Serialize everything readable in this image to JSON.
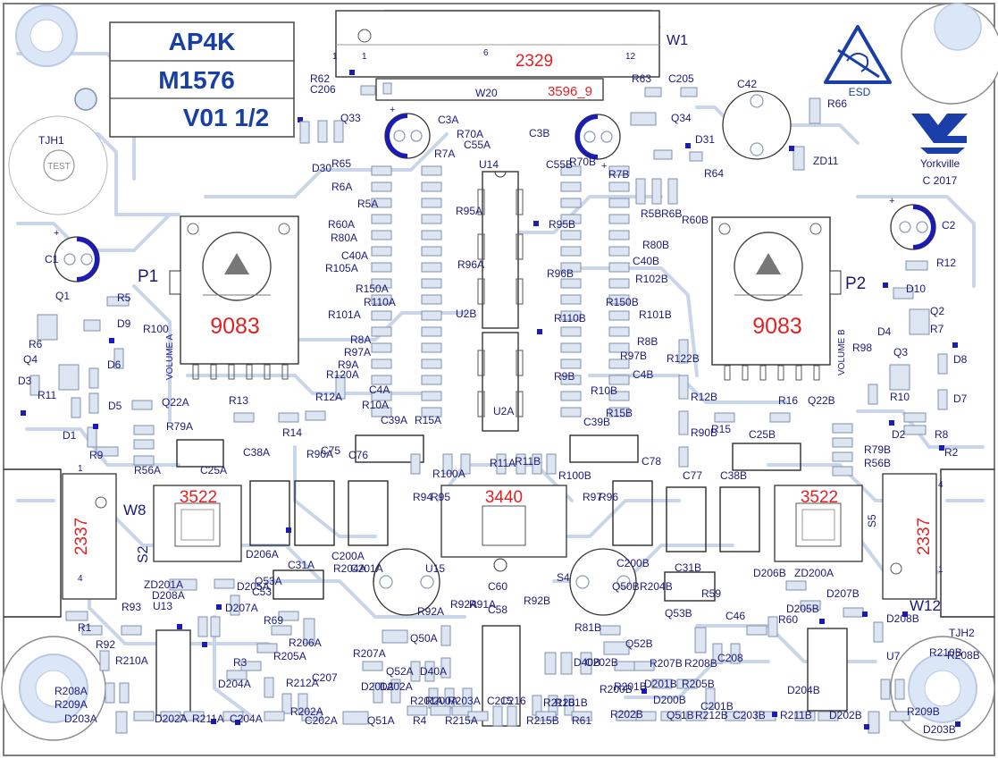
{
  "title_block": {
    "line1": "AP4K",
    "line2": "M1576",
    "line3": "V01  1/2"
  },
  "logos": {
    "esd": "ESD",
    "brand": "Yorkville",
    "copyright": "C 2017"
  },
  "connectors": {
    "w1": {
      "label": "W1",
      "part": "2329",
      "pin1": "1",
      "pin6": "6",
      "pin12": "12"
    },
    "w20": {
      "label": "W20",
      "part": "3596_9"
    },
    "w8": {
      "label": "W8",
      "part": "2337",
      "pin1": "1",
      "pin4": "4"
    },
    "w12": {
      "label": "W12",
      "part": "2337",
      "pin1": "1",
      "pin4": "4"
    }
  },
  "pots": {
    "p1": {
      "label": "P1",
      "part": "9083",
      "name": "VOLUME A"
    },
    "p2": {
      "label": "P2",
      "part": "9083",
      "name": "VOLUME B"
    }
  },
  "switches": {
    "s2": {
      "label": "S2",
      "part": "3522"
    },
    "s5": {
      "label": "S5",
      "part": "3522"
    },
    "s4": {
      "label": "S4",
      "part": "3440"
    }
  },
  "test_points": {
    "tjh1": "TJH1",
    "tjh2": "TJH2",
    "test": "TEST"
  },
  "colors": {
    "board_trace": "#c9d6ea",
    "silkscreen_text": "#1a1a7a",
    "part_number": "#e22222",
    "title": "#173fa6",
    "polarity": "#1b1bb5"
  },
  "designators": [
    [
      "R62",
      347,
      92
    ],
    [
      "C206",
      347,
      104
    ],
    [
      "Q33",
      381,
      136
    ],
    [
      "D30",
      349,
      192
    ],
    [
      "R65",
      371,
      187
    ],
    [
      "C3A",
      490,
      138
    ],
    [
      "W20",
      532,
      108
    ],
    [
      "R70A",
      511,
      154
    ],
    [
      "C55A",
      519,
      166
    ],
    [
      "R7A",
      486,
      176
    ],
    [
      "C3B",
      592,
      153
    ],
    [
      "C55B",
      611,
      188
    ],
    [
      "R70B",
      637,
      185
    ],
    [
      "R7B",
      681,
      199
    ],
    [
      "R63",
      707,
      92
    ],
    [
      "C205",
      748,
      92
    ],
    [
      "C42",
      825,
      98
    ],
    [
      "Q34",
      751,
      136
    ],
    [
      "D31",
      778,
      160
    ],
    [
      "R64",
      788,
      198
    ],
    [
      "R66",
      926,
      120
    ],
    [
      "ZD11",
      910,
      184
    ],
    [
      "U14",
      536,
      188
    ],
    [
      "R6A",
      371,
      213
    ],
    [
      "R5A",
      400,
      232
    ],
    [
      "R60A",
      367,
      255
    ],
    [
      "R80A",
      370,
      270
    ],
    [
      "C40A",
      382,
      290
    ],
    [
      "R105A",
      364,
      304
    ],
    [
      "R150A",
      398,
      327
    ],
    [
      "R110A",
      407,
      342
    ],
    [
      "R101A",
      367,
      356
    ],
    [
      "R8A",
      392,
      384
    ],
    [
      "R97A",
      385,
      398
    ],
    [
      "R9A",
      378,
      412
    ],
    [
      "R120A",
      365,
      423
    ],
    [
      "C4A",
      413,
      440
    ],
    [
      "R10A",
      405,
      457
    ],
    [
      "R15A",
      464,
      474
    ],
    [
      "R95A",
      510,
      240
    ],
    [
      "R96A",
      512,
      300
    ],
    [
      "U2B",
      510,
      355
    ],
    [
      "R95B",
      614,
      255
    ],
    [
      "R96B",
      612,
      310
    ],
    [
      "U2A",
      552,
      464
    ],
    [
      "R5B",
      717,
      243
    ],
    [
      "R6B",
      740,
      243
    ],
    [
      "R60B",
      763,
      250
    ],
    [
      "R80B",
      719,
      278
    ],
    [
      "C40B",
      708,
      296
    ],
    [
      "R102B",
      711,
      316
    ],
    [
      "R150B",
      678,
      342
    ],
    [
      "R101B",
      715,
      356
    ],
    [
      "R110B",
      620,
      360
    ],
    [
      "R8B",
      713,
      386
    ],
    [
      "R97B",
      694,
      402
    ],
    [
      "R9B",
      620,
      425
    ],
    [
      "C4B",
      708,
      423
    ],
    [
      "R10B",
      661,
      441
    ],
    [
      "R15B",
      678,
      466
    ],
    [
      "R122B",
      746,
      405
    ],
    [
      "R12B",
      773,
      448
    ],
    [
      "R90B",
      773,
      488
    ],
    [
      "R100B",
      625,
      536
    ],
    [
      "R11A",
      548,
      522
    ],
    [
      "R11B",
      576,
      520
    ],
    [
      "C39A",
      426,
      474
    ],
    [
      "C39B",
      653,
      476
    ],
    [
      "C76",
      390,
      513
    ],
    [
      "C75",
      359,
      508
    ],
    [
      "C78",
      718,
      520
    ],
    [
      "C77",
      764,
      536
    ],
    [
      "R94",
      462,
      560
    ],
    [
      "R95",
      482,
      560
    ],
    [
      "R97",
      652,
      560
    ],
    [
      "R96",
      670,
      560
    ],
    [
      "C200A",
      371,
      626
    ],
    [
      "C200B",
      690,
      634
    ],
    [
      "C31A",
      322,
      636
    ],
    [
      "C31B",
      755,
      639
    ],
    [
      "C60",
      546,
      660
    ],
    [
      "C58",
      546,
      686
    ],
    [
      "U15",
      476,
      640
    ],
    [
      "R204A",
      373,
      640
    ],
    [
      "C201A",
      392,
      640
    ],
    [
      "R91A",
      525,
      680
    ],
    [
      "R92A",
      504,
      680
    ],
    [
      "R92B",
      586,
      676
    ],
    [
      "R81B",
      643,
      706
    ],
    [
      "Q50B",
      685,
      660
    ],
    [
      "R204B",
      716,
      660
    ],
    [
      "Q53B",
      744,
      690
    ],
    [
      "R59",
      785,
      668
    ],
    [
      "C46",
      812,
      693
    ],
    [
      "R60",
      871,
      697
    ],
    [
      "D206B",
      843,
      645
    ],
    [
      "ZD200A",
      889,
      645
    ],
    [
      "D207B",
      925,
      668
    ],
    [
      "D205B",
      880,
      685
    ],
    [
      "D208B",
      992,
      696
    ],
    [
      "R210B",
      1040,
      734
    ],
    [
      "R208B",
      1060,
      737
    ],
    [
      "U7",
      992,
      738
    ],
    [
      "R209B",
      1015,
      800
    ],
    [
      "D203B",
      1033,
      820
    ],
    [
      "Q52B",
      700,
      724
    ],
    [
      "R207B",
      727,
      746
    ],
    [
      "R208B",
      766,
      746
    ],
    [
      "D201B",
      721,
      769
    ],
    [
      "R205B",
      763,
      769
    ],
    [
      "C208",
      803,
      740
    ],
    [
      "D204B",
      881,
      776
    ],
    [
      "D200B",
      731,
      787
    ],
    [
      "C201B",
      784,
      794
    ],
    [
      "R202B",
      683,
      803
    ],
    [
      "Q51B",
      746,
      804
    ],
    [
      "R212B",
      778,
      804
    ],
    [
      "C203B",
      820,
      804
    ],
    [
      "R211B",
      873,
      804
    ],
    [
      "D202B",
      928,
      804
    ],
    [
      "R61",
      640,
      810
    ],
    [
      "R215B",
      589,
      810
    ],
    [
      "R215A",
      498,
      810
    ],
    [
      "R4",
      462,
      810
    ],
    [
      "Q51A",
      411,
      810
    ],
    [
      "C202A",
      341,
      810
    ],
    [
      "R202A",
      325,
      800
    ],
    [
      "C207",
      349,
      762
    ],
    [
      "R212A",
      320,
      768
    ],
    [
      "R205A",
      306,
      738
    ],
    [
      "R206A",
      323,
      723
    ],
    [
      "R207A",
      395,
      735
    ],
    [
      "Q52A",
      432,
      755
    ],
    [
      "Q50A",
      459,
      718
    ],
    [
      "D40A",
      470,
      755
    ],
    [
      "R92A",
      467,
      688
    ],
    [
      "D40B",
      642,
      745
    ],
    [
      "C202B",
      655,
      745
    ],
    [
      "R201B",
      687,
      772
    ],
    [
      "R200B",
      671,
      775
    ],
    [
      "D201A",
      404,
      772
    ],
    [
      "D202A",
      425,
      772
    ],
    [
      "R201A",
      459,
      788
    ],
    [
      "R200A",
      476,
      788
    ],
    [
      "R203A",
      501,
      788
    ],
    [
      "C215",
      545,
      788
    ],
    [
      "C216",
      560,
      788
    ],
    [
      "R201B",
      621,
      790
    ],
    [
      "R211B",
      608,
      790
    ],
    [
      "R69",
      295,
      698
    ],
    [
      "C53",
      282,
      666
    ],
    [
      "Q53A",
      285,
      654
    ],
    [
      "D207A",
      252,
      684
    ],
    [
      "D205A",
      265,
      660
    ],
    [
      "D206A",
      275,
      624
    ],
    [
      "ZD201A",
      161,
      658
    ],
    [
      "D208A",
      170,
      670
    ],
    [
      "U13",
      171,
      682
    ],
    [
      "R93",
      136,
      683
    ],
    [
      "R1",
      87,
      706
    ],
    [
      "R92",
      107,
      725
    ],
    [
      "R210A",
      129,
      743
    ],
    [
      "R208A",
      61,
      777
    ],
    [
      "R209A",
      61,
      792
    ],
    [
      "D203A",
      72,
      808
    ],
    [
      "D202A",
      173,
      808
    ],
    [
      "R211A",
      215,
      808
    ],
    [
      "C204A",
      257,
      808
    ],
    [
      "D204A",
      244,
      769
    ],
    [
      "R3",
      261,
      745
    ],
    [
      "C1",
      50,
      294
    ],
    [
      "Q1",
      62,
      335
    ],
    [
      "R5",
      131,
      337
    ],
    [
      "D9",
      131,
      366
    ],
    [
      "R6",
      32,
      389
    ],
    [
      "Q4",
      26,
      406
    ],
    [
      "R100",
      160,
      372
    ],
    [
      "D6",
      120,
      412
    ],
    [
      "D3",
      20,
      430
    ],
    [
      "R11",
      42,
      446
    ],
    [
      "D5",
      121,
      458
    ],
    [
      "D1",
      70,
      491
    ],
    [
      "R9",
      100,
      513
    ],
    [
      "Q22A",
      181,
      454
    ],
    [
      "R13",
      256,
      452
    ],
    [
      "R12A",
      353,
      448
    ],
    [
      "R14",
      316,
      488
    ],
    [
      "R79A",
      186,
      481
    ],
    [
      "R56A",
      150,
      530
    ],
    [
      "C25A",
      224,
      530
    ],
    [
      "C38A",
      272,
      510
    ],
    [
      "R90A",
      343,
      512
    ],
    [
      "R100A",
      484,
      534
    ],
    [
      "C2",
      1054,
      256
    ],
    [
      "R12",
      1048,
      298
    ],
    [
      "D10",
      1014,
      327
    ],
    [
      "Q2",
      1041,
      352
    ],
    [
      "R7",
      1041,
      372
    ],
    [
      "D4",
      982,
      375
    ],
    [
      "Q3",
      1000,
      398
    ],
    [
      "D8",
      1067,
      406
    ],
    [
      "R98",
      954,
      393
    ],
    [
      "R10",
      996,
      448
    ],
    [
      "D7",
      1067,
      450
    ],
    [
      "R16",
      871,
      452
    ],
    [
      "Q22B",
      904,
      452
    ],
    [
      "R15",
      796,
      484
    ],
    [
      "R8",
      1046,
      490
    ],
    [
      "D2",
      998,
      490
    ],
    [
      "R79B",
      967,
      507
    ],
    [
      "R2",
      1057,
      510
    ],
    [
      "R56B",
      967,
      522
    ],
    [
      "C25B",
      838,
      490
    ],
    [
      "C38B",
      806,
      536
    ]
  ]
}
